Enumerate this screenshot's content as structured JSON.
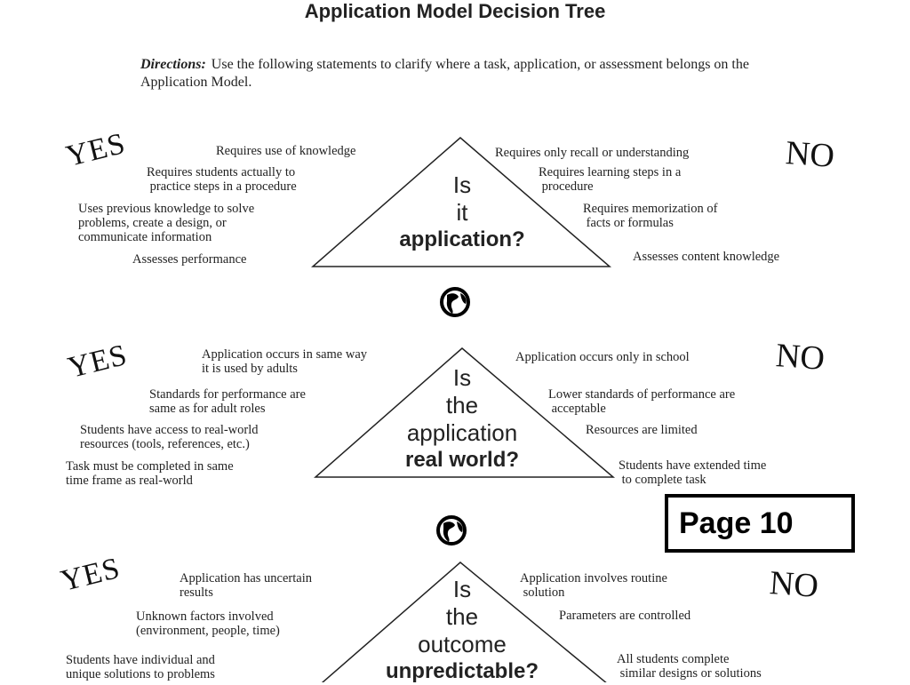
{
  "title": "Application Model Decision Tree",
  "directions": {
    "label": "Directions:",
    "text": "Use the following statements to clarify where a task, application, or assessment belongs on the Application Model."
  },
  "sections": [
    {
      "yes": "YES",
      "no": "NO",
      "question_small": [
        "Is",
        "it"
      ],
      "question_bold": "application?",
      "yes_items": [
        "Requires use of knowledge",
        "Requires students actually to\n practice steps in a procedure",
        "Uses previous knowledge to solve\nproblems, create a design, or\ncommunicate information",
        "Assesses performance"
      ],
      "no_items": [
        "Requires only recall or understanding",
        "Requires learning steps in a\n procedure",
        "Requires memorization of\n facts or formulas",
        "Assesses content knowledge"
      ]
    },
    {
      "yes": "YES",
      "no": "NO",
      "question_small": [
        "Is",
        "the",
        "application"
      ],
      "question_bold": "real world?",
      "yes_items": [
        "Application occurs in same way\nit is used by adults",
        "Standards for performance are\nsame as for adult roles",
        "Students have access to real-world\nresources (tools, references, etc.)",
        "Task must be completed in same\ntime frame as real-world"
      ],
      "no_items": [
        "Application occurs only in school",
        "Lower standards of performance are\n acceptable",
        "Resources are limited",
        "Students have extended time\n to complete task"
      ]
    },
    {
      "yes": "YES",
      "no": "NO",
      "question_small": [
        "Is",
        "the",
        "outcome"
      ],
      "question_bold": "unpredictable?",
      "yes_items": [
        "Application has uncertain\nresults",
        "Unknown factors involved\n(environment, people, time)",
        "Students have individual and\nunique solutions to problems"
      ],
      "no_items": [
        "Application involves routine\n solution",
        "Parameters are controlled",
        "All students complete\n similar designs or solutions"
      ]
    }
  ],
  "page_label": "Page 10",
  "icons": [
    "globe-icon",
    "globe-icon"
  ]
}
